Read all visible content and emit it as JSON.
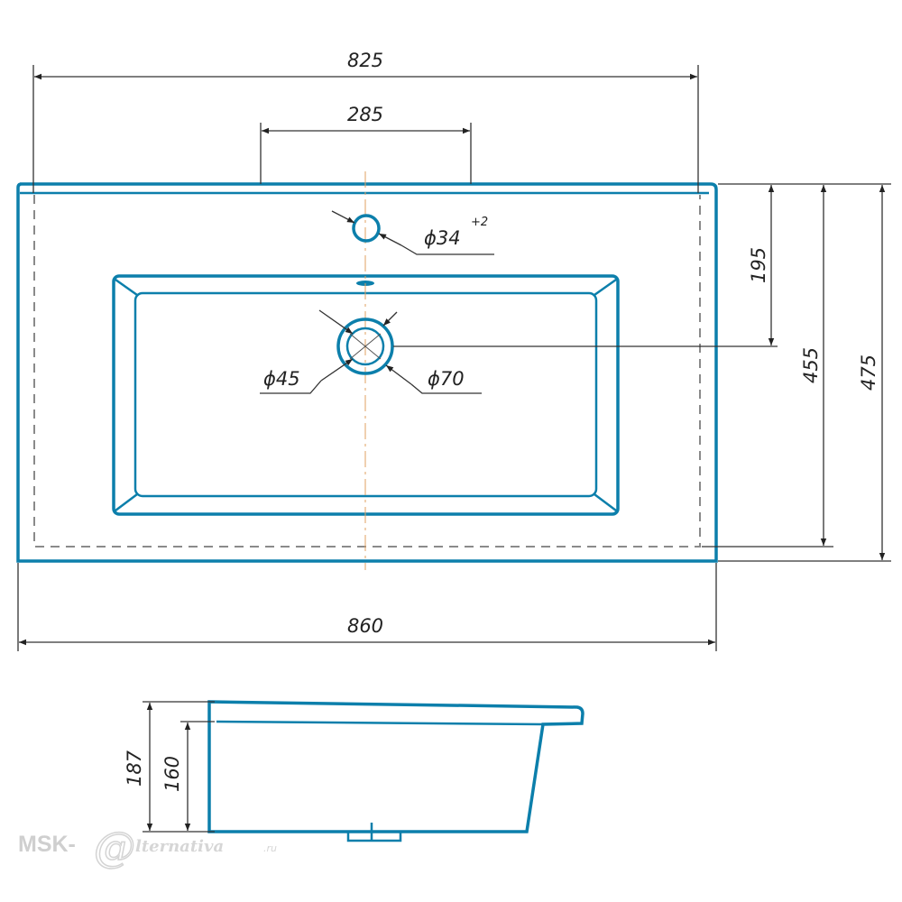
{
  "drawing": {
    "top_view": {
      "overall_width": "825",
      "faucet_width": "285",
      "total_width": "860",
      "depth_to_drain": "195",
      "inner_depth": "455",
      "total_depth": "475",
      "faucet_hole": "ϕ34",
      "faucet_hole_tolerance": "+2",
      "drain_inner": "ϕ45",
      "drain_outer": "ϕ70"
    },
    "side_view": {
      "total_height": "187",
      "bowl_height": "160"
    }
  },
  "watermark": {
    "prefix": "MSK-",
    "at": "@",
    "rest": "lternativa",
    "suffix": ".ru"
  },
  "colors": {
    "outline": "#0c7fab",
    "dimension": "#333333",
    "hidden_line": "#8a8a8a",
    "centerline": "#e0a060"
  }
}
